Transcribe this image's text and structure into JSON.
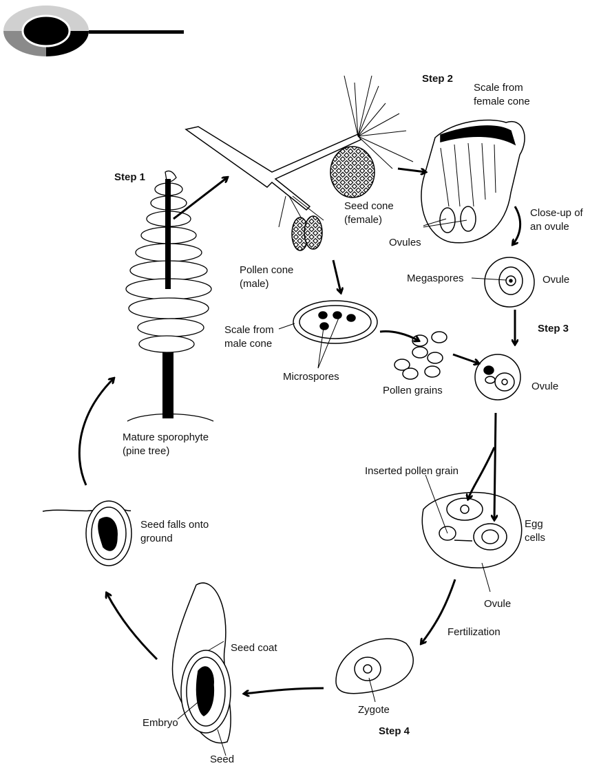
{
  "colors": {
    "ink": "#000000",
    "mid_gray": "#8a8a8a",
    "light_gray": "#d0d0d0",
    "paper": "#ffffff"
  },
  "header_logo": {
    "icon": "segmented-ring-logo"
  },
  "steps": {
    "step1": "Step 1",
    "step2": "Step 2",
    "step3": "Step 3",
    "step4": "Step 4"
  },
  "labels": {
    "scale_female": [
      "Scale from",
      "female cone"
    ],
    "seed_cone": [
      "Seed cone",
      "(female)"
    ],
    "ovules": "Ovules",
    "closeup_ovule": [
      "Close-up of",
      "an ovule"
    ],
    "megaspores": "Megaspores",
    "ovule_top": "Ovule",
    "pollen_cone": [
      "Pollen cone",
      "(male)"
    ],
    "scale_male": [
      "Scale from",
      "male cone"
    ],
    "microspores": "Microspores",
    "pollen_grains": "Pollen grains",
    "ovule_mid": "Ovule",
    "mature_sporophyte": [
      "Mature sporophyte",
      "(pine tree)"
    ],
    "inserted_pollen": "Inserted pollen grain",
    "egg_cells": [
      "Egg",
      "cells"
    ],
    "ovule_low": "Ovule",
    "seed_falls": [
      "Seed falls onto",
      "ground"
    ],
    "fertilization": "Fertilization",
    "seed_coat": "Seed coat",
    "embryo": "Embryo",
    "zygote": "Zygote",
    "seed": "Seed"
  }
}
